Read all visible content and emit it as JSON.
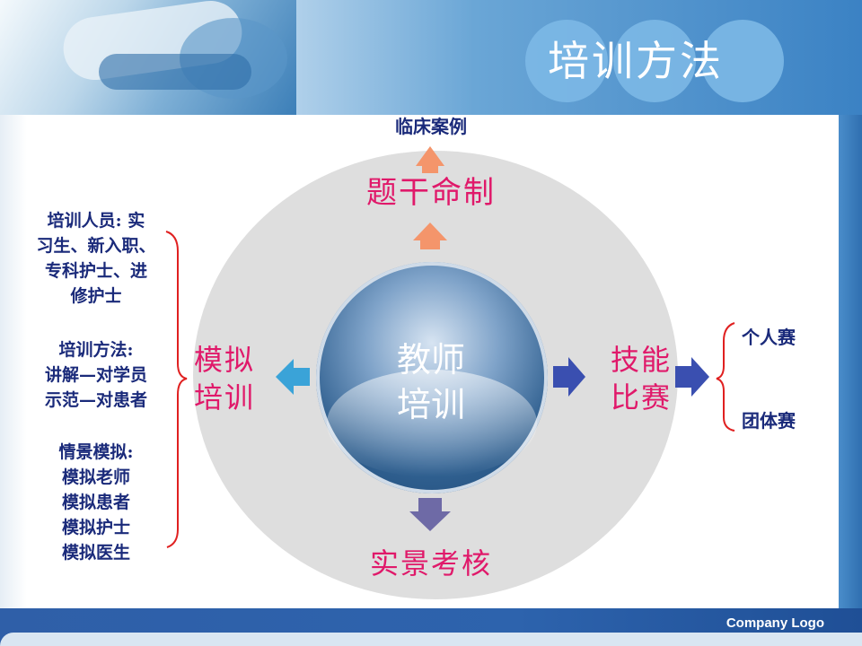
{
  "header": {
    "title": "培训方法"
  },
  "footer": {
    "logo_text": "Company Logo"
  },
  "diagram": {
    "center": {
      "line1": "教师",
      "line2": "培训"
    },
    "top": {
      "label": "题干命制",
      "sublabel": "临床案例"
    },
    "left": {
      "line1": "模拟",
      "line2": "培训"
    },
    "right": {
      "line1": "技能",
      "line2": "比赛"
    },
    "bottom": {
      "label": "实景考核"
    },
    "left_notes": {
      "trainees": [
        "培训人员: 实",
        "习生、新入职、",
        "专科护士、进",
        "修护士"
      ],
      "methods": [
        "培训方法:",
        "讲解—对学员",
        "示范—对患者"
      ],
      "scenario": [
        "情景模拟:",
        "模拟老师",
        "模拟患者",
        "模拟护士",
        "模拟医生"
      ]
    },
    "right_notes": {
      "item1": "个人赛",
      "item2": "团体赛"
    },
    "colors": {
      "magenta": "#e0196a",
      "navy_text": "#1a2a7a",
      "arrow_orange": "#f4956b",
      "arrow_lightblue": "#3aa3d8",
      "arrow_navy": "#3a4fb0",
      "arrow_purple": "#6e6aa6",
      "bracket_red": "#e02020"
    }
  }
}
